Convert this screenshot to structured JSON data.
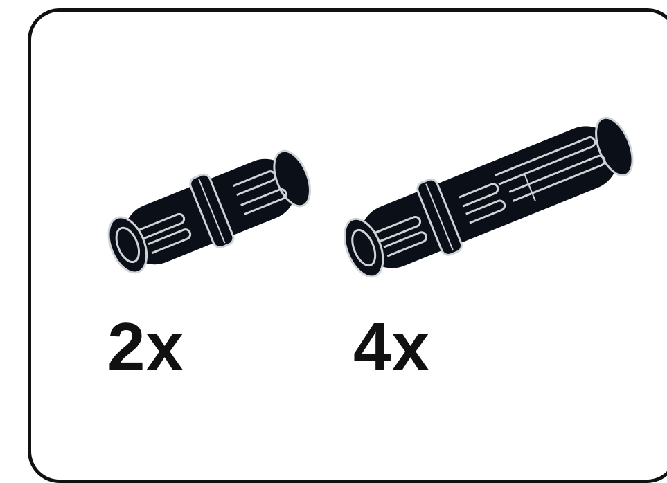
{
  "parts": [
    {
      "id": "short",
      "name": "pin",
      "quantity_label": "2x"
    },
    {
      "id": "long",
      "name": "long pin",
      "quantity_label": "4x"
    }
  ],
  "colors": {
    "border": "#111111",
    "part_fill": "#0b1018",
    "part_highlight": "#cfd3d8",
    "text": "#111111",
    "background": "#ffffff"
  }
}
